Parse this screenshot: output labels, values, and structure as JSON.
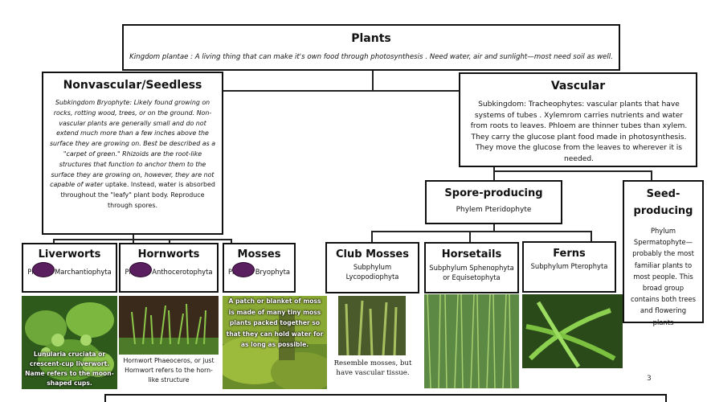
{
  "plants": {
    "title": "Plants",
    "desc": "Kingdom plantae :  A living thing that can make it's own food through photosynthesis .  Need water, air and sunlight—most need soil as well."
  },
  "nonvascular": {
    "title": "Nonvascular/Seedless",
    "desc_italic": "Subkingdom Bryophyte: Likely found growing on rocks, rotting wood, trees, or on the ground. Non-vascular plants are generally small and do not extend much more than a few inches above the surface they are growing on. Best be described as a \"carpet of green.\" Rhizoids are the root-like structures that function to anchor them to the surface they are growing on, however, they are not capable of water",
    "desc_plain": " uptake. Instead, water is absorbed throughout the \"leafy\" plant body. Reproduce through spores."
  },
  "vascular": {
    "title": "Vascular",
    "desc": "Subkingdom: Tracheophytes: vascular plants that have systems of tubes . Xylemrom carries nutrients and water from roots to leaves.  Phloem are thinner tubes than xylem. They carry the glucose plant food made in photosynthesis. They move the glucose from the leaves to wherever it is needed."
  },
  "spore": {
    "title": "Spore-producing",
    "sub": "Phylem Pteridophyte"
  },
  "seed": {
    "title_line1": "Seed-",
    "title_line2": "producing",
    "desc": "Phylum Spermatophyte—probably the most familiar plants to most people. This broad group contains both trees and flowering plants"
  },
  "liverworts": {
    "title": "Liverworts",
    "sub": "Phylum Marchantiophyta",
    "caption": "Lunularia cruciata or crescent-cup liverwort.  Name refers to the moon-shaped cups."
  },
  "hornworts": {
    "title": "Hornworts",
    "sub": "Phylum Anthocerotophyta",
    "caption": "Hornwort Phaeoceros, or just Hornwort refers to the horn-like structure"
  },
  "mosses": {
    "title": "Mosses",
    "sub": "Phylum Bryophyta",
    "caption": "A patch or blanket of moss is made of many tiny moss plants packed together so that they can hold water for as long as possible."
  },
  "clubmosses": {
    "title": "Club Mosses",
    "sub_line1": "Subphylum",
    "sub_line2": "Lycopodiophyta",
    "caption": "Resemble mosses, but have vascular tissue."
  },
  "horsetails": {
    "title": "Horsetails",
    "sub": "Subphylum Sphenophyta or Equisetophyta"
  },
  "ferns": {
    "title": "Ferns",
    "sub": "Subphylum Pterophyta"
  },
  "page_number": "3"
}
